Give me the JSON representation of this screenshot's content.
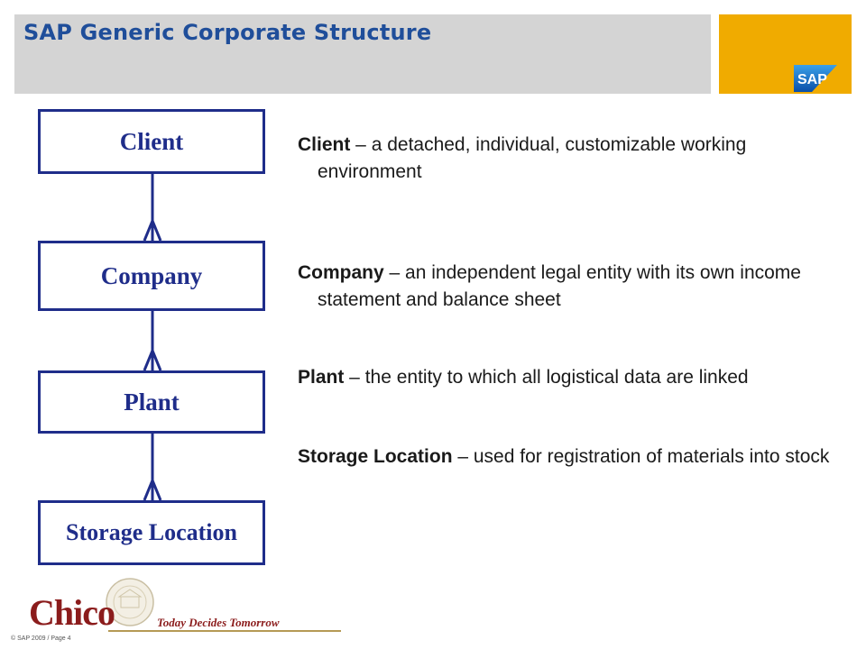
{
  "header": {
    "title": "SAP Generic Corporate Structure",
    "colors": {
      "title": "#1f4e9a",
      "bar": "#d4d4d4",
      "logo_panel": "#f0ab00"
    },
    "logo_text": "SAP"
  },
  "diagram": {
    "entities": [
      {
        "label": "Client"
      },
      {
        "label": "Company"
      },
      {
        "label": "Plant"
      },
      {
        "label": "Storage Location"
      }
    ],
    "relationship": "one-to-many (crow's foot toward child)",
    "colors": {
      "box": "#1f2d8a"
    }
  },
  "descriptions": [
    {
      "term": "Client",
      "text": " – a detached, individual, customizable working environment"
    },
    {
      "term": "Company",
      "text": " – an independent legal entity with its own income statement and balance sheet"
    },
    {
      "term": "Plant",
      "text": " – the entity to which all logistical data are linked"
    },
    {
      "term": "Storage Location",
      "text": " – used for registration of materials into stock"
    }
  ],
  "footer": {
    "logo_text": "Chico",
    "tagline": "Today Decides Tomorrow",
    "copyright": "© SAP 2009 / Page 4",
    "seal_icon": "university-seal-icon"
  }
}
